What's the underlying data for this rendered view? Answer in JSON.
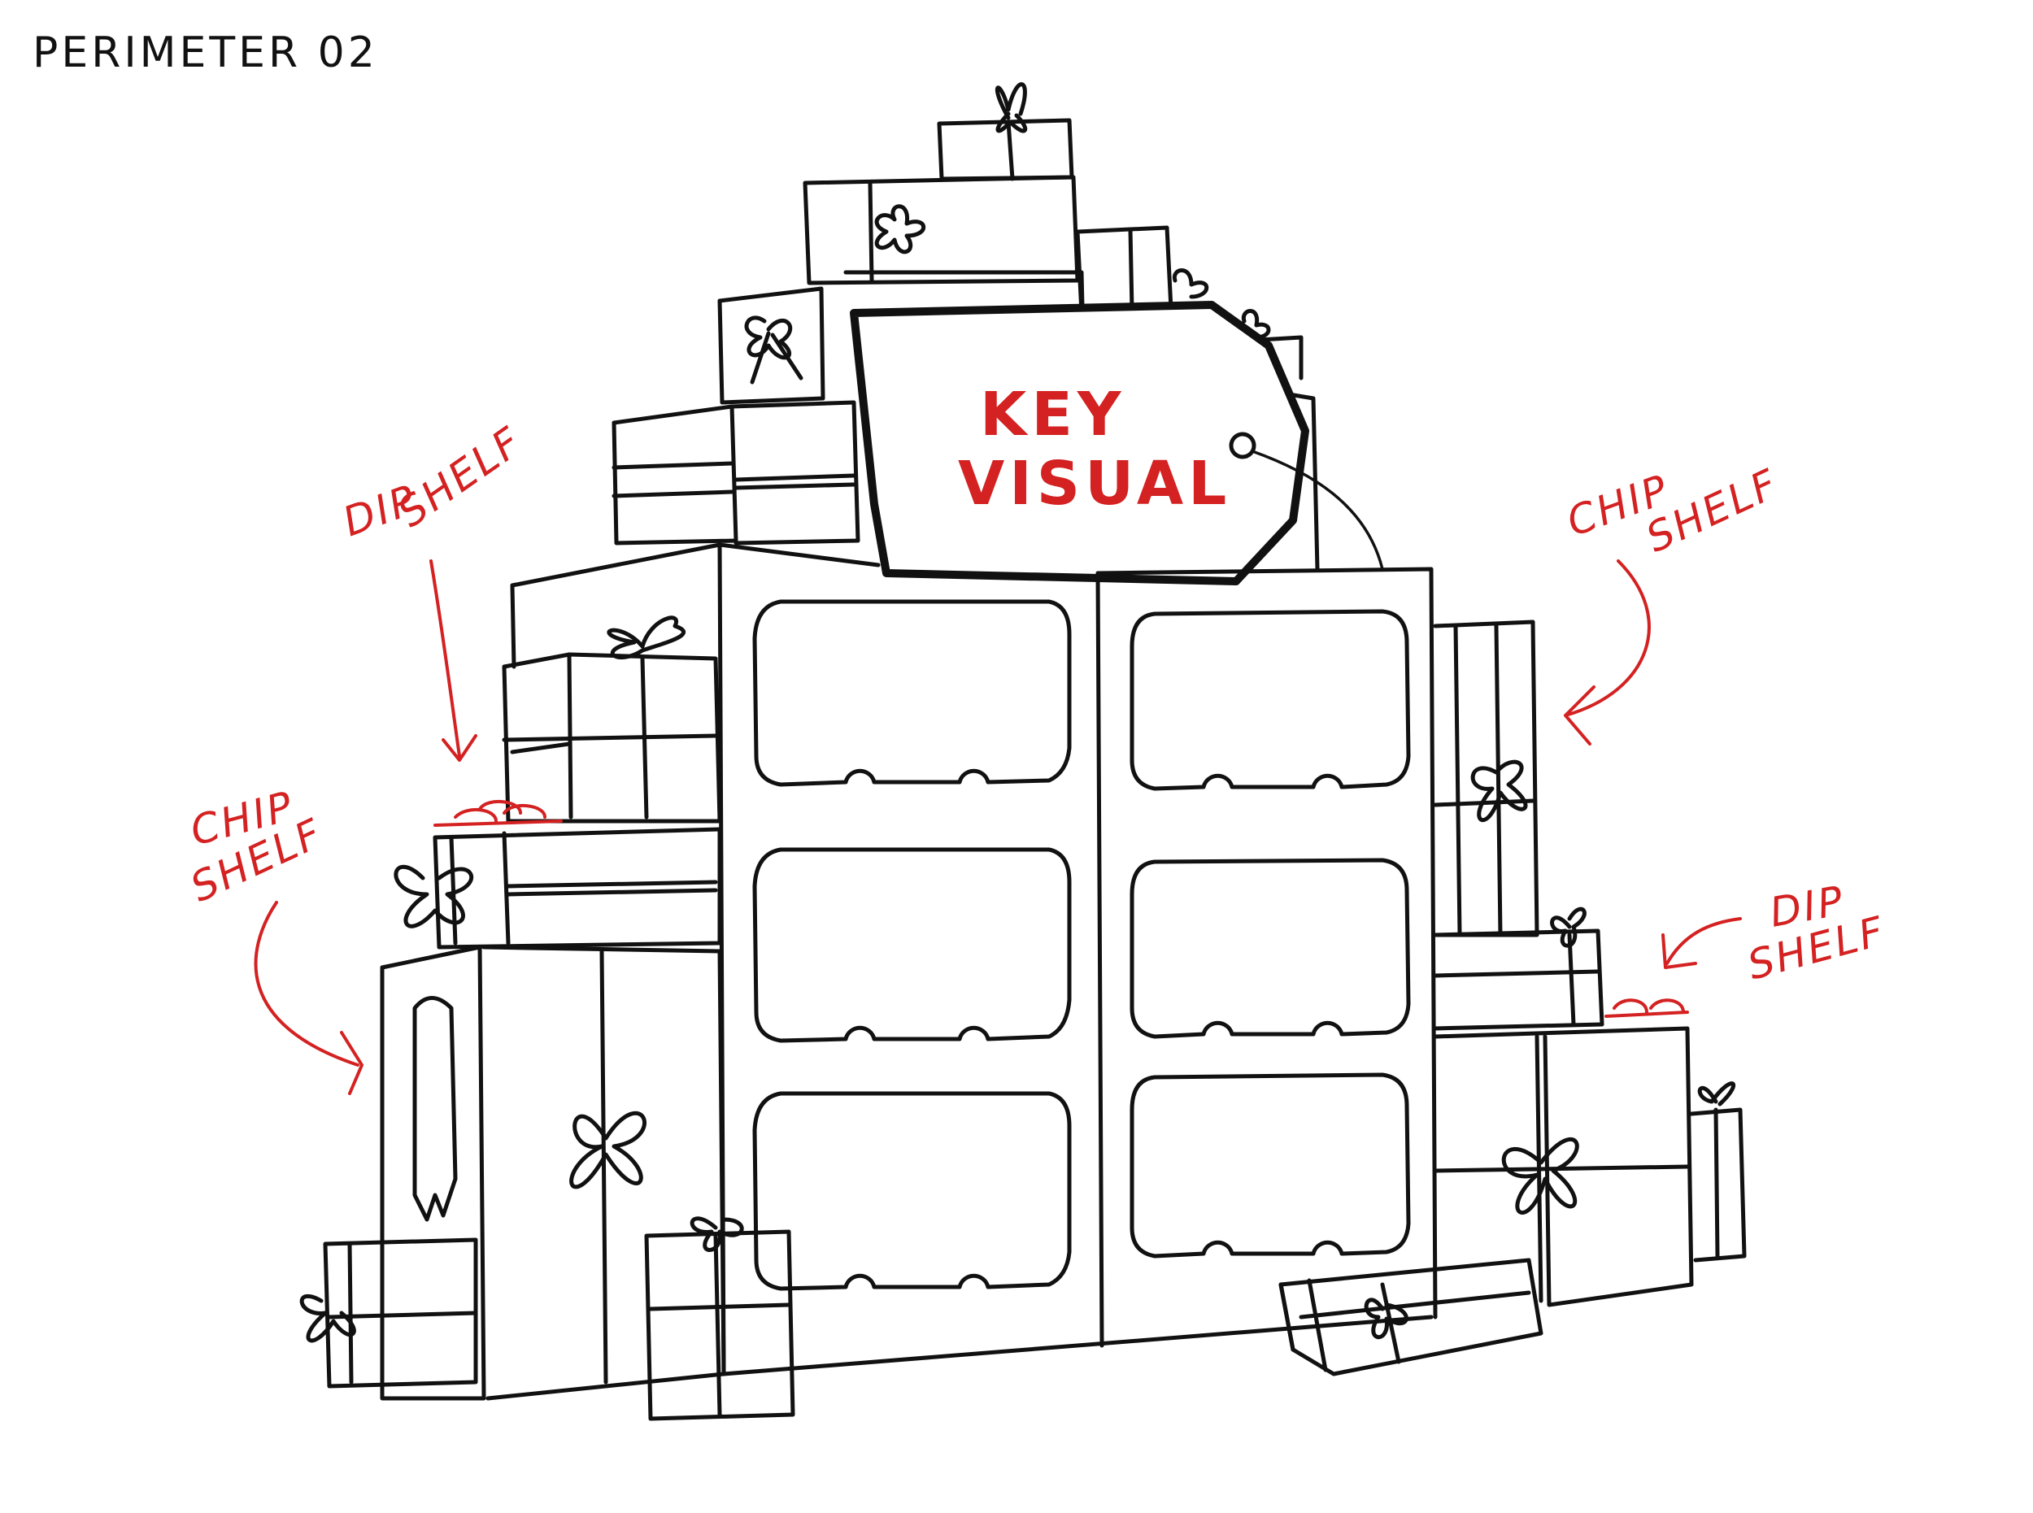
{
  "title": "PERIMETER 02",
  "key_visual": {
    "line1": "KEY",
    "line2": "VISUAL"
  },
  "annotations": {
    "dip_shelf_left": {
      "line1": "DIP",
      "line2": "SHELF"
    },
    "chip_shelf_left": {
      "line1": "CHIP",
      "line2": "SHELF"
    },
    "chip_shelf_right": {
      "line1": "CHIP",
      "line2": "SHELF"
    },
    "dip_shelf_right": {
      "line1": "DIP",
      "line2": "SHELF"
    }
  },
  "colors": {
    "ink": "#111111",
    "annotation": "#d42121",
    "background": "#ffffff"
  }
}
